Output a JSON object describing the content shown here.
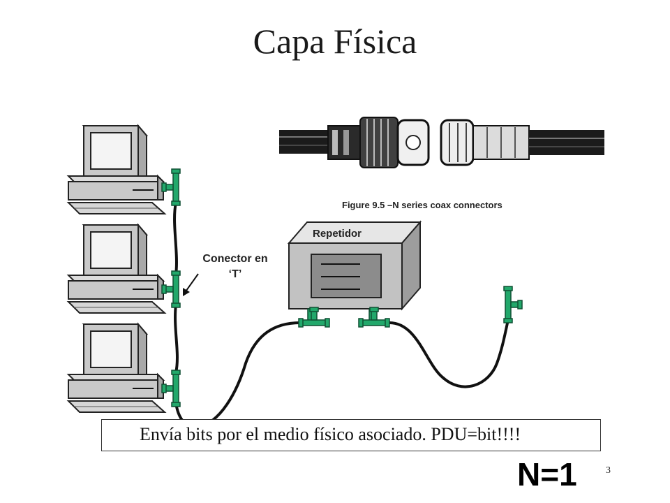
{
  "slide": {
    "title": "Capa Física",
    "figure_caption": "Figure 9.5 –N series coax connectors",
    "connector_label": "Conector en ‘T’",
    "repeater_label": "Repetidor",
    "caption": "Envía bits por el medio físico asociado. PDU=bit!!!!",
    "layer_number": "N=1",
    "slide_number": "3"
  },
  "colors": {
    "connector_green": "#22a86b",
    "cable": "#111111",
    "computer_body": "#c9c9c9",
    "repeater_body": "#c2c2c2"
  }
}
